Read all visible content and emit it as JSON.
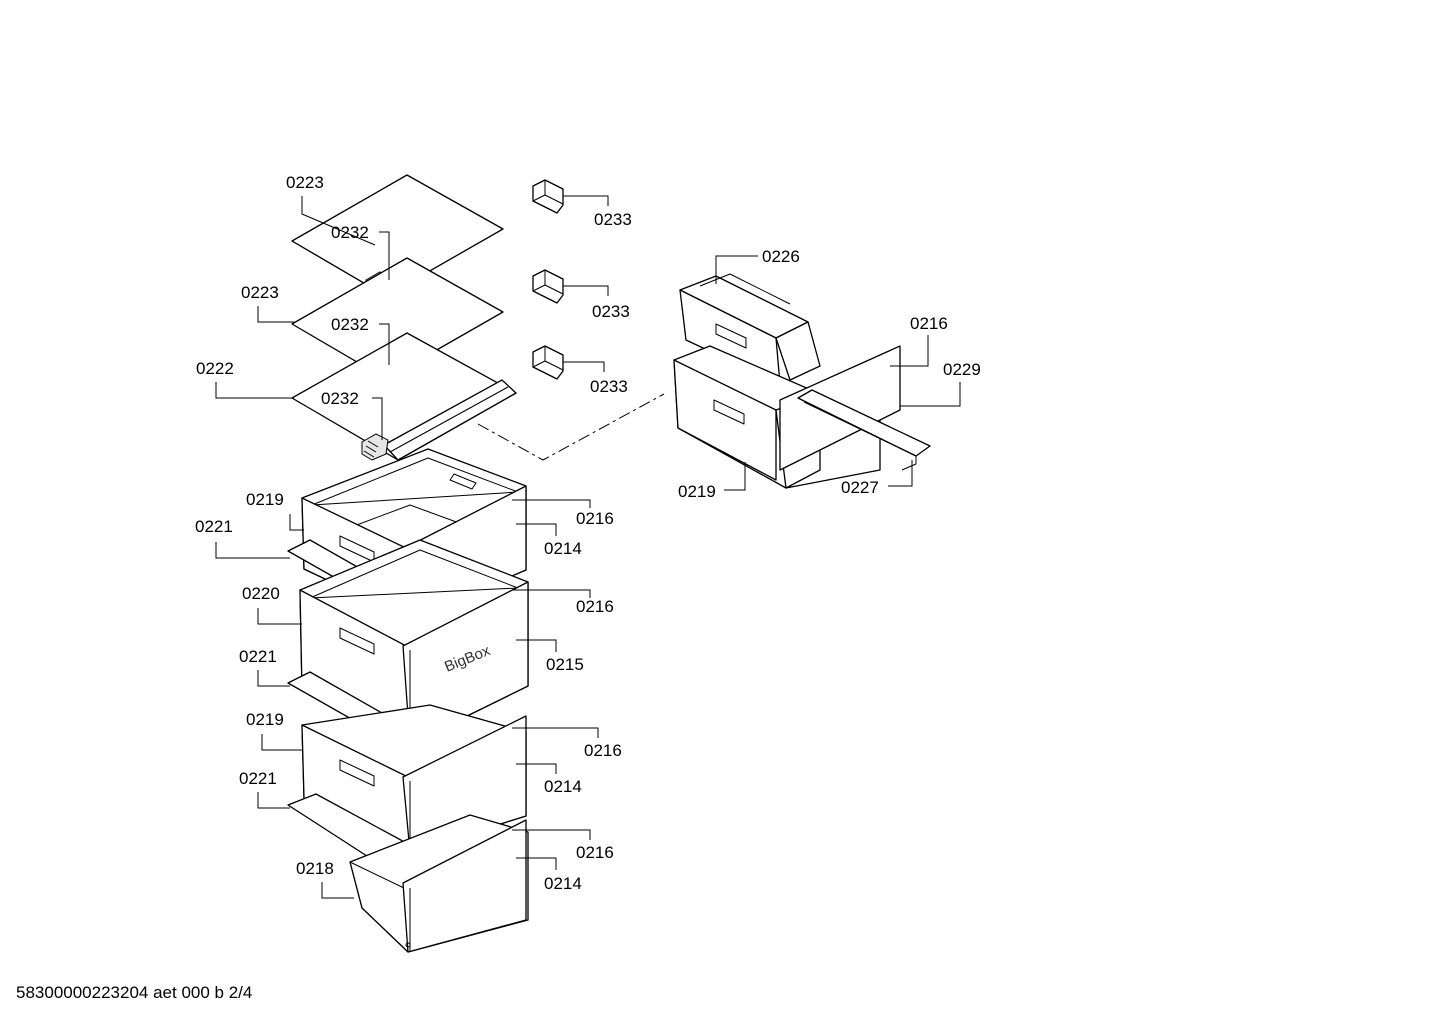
{
  "diagram": {
    "footer": "58300000223204 aet 000 b 2/4",
    "brand_text": "BigBox",
    "labels": {
      "l0223a": "0223",
      "l0232a": "0232",
      "l0223b": "0223",
      "l0232b": "0232",
      "l0222": "0222",
      "l0232c": "0232",
      "l0233a": "0233",
      "l0233b": "0233",
      "l0233c": "0233",
      "l0226": "0226",
      "l0216r": "0216",
      "l0229": "0229",
      "l0219r": "0219",
      "l0227": "0227",
      "l0219a": "0219",
      "l0221a": "0221",
      "l0216a": "0216",
      "l0214a": "0214",
      "l0220": "0220",
      "l0216b": "0216",
      "l0215": "0215",
      "l0221b": "0221",
      "l0219b": "0219",
      "l0216c": "0216",
      "l0221c": "0221",
      "l0214b": "0214",
      "l0216d": "0216",
      "l0218": "0218",
      "l0214c": "0214"
    }
  }
}
